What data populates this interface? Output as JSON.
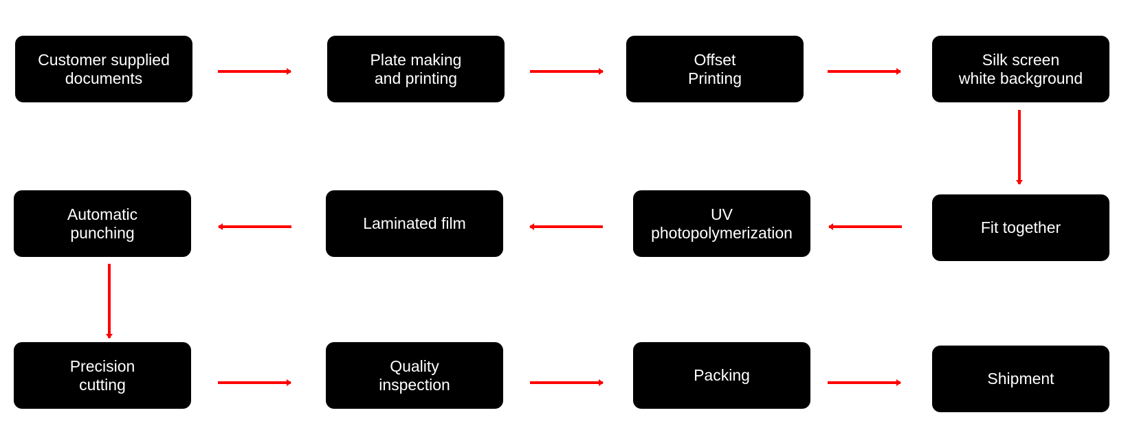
{
  "steps": [
    "Customer supplied\ndocuments",
    "Plate making\nand printing",
    "Offset\nPrinting",
    "Silk screen\nwhite background",
    "Fit together",
    "UV\nphotopolymerization",
    "Laminated film",
    "Automatic\npunching",
    "Precision\ncutting",
    "Quality\ninspection",
    "Packing",
    "Shipment"
  ],
  "arrow_color": "#ff0000"
}
